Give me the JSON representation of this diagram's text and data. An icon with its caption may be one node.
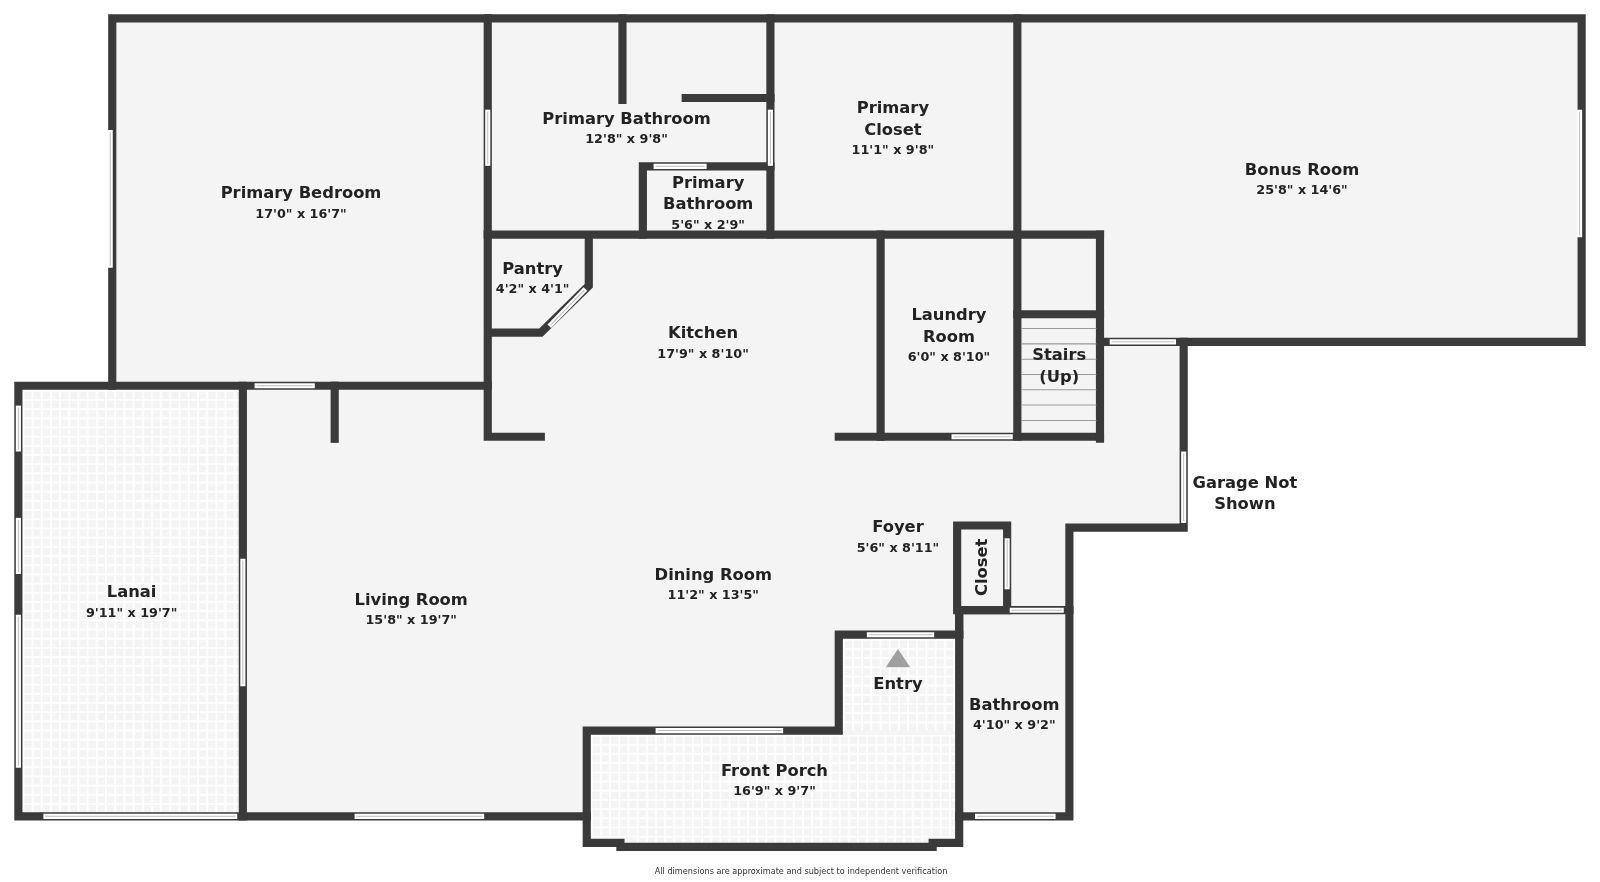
{
  "diagram": {
    "nodes": [
      {
        "text": [
          "Primary Bedroom",
          "17'0\" x 16'7\""
        ]
      },
      {
        "text": [
          "Primary Bathroom",
          "12'8\" x 9'8\""
        ]
      },
      {
        "text": [
          "Primary Bathroom",
          "5'6\" x 2'9\""
        ]
      },
      {
        "text": [
          "Primary Closet",
          "11'1\" x 9'8\""
        ]
      },
      {
        "text": [
          "Bonus Room",
          "25'8\" x 14'6\""
        ]
      },
      {
        "text": [
          "Pantry",
          "4'2\" x 4'1\""
        ]
      },
      {
        "text": [
          "Kitchen",
          "17'9\" x 8'10\""
        ]
      },
      {
        "text": [
          "Laundry Room",
          "6'0\" x 8'10\""
        ]
      },
      {
        "text": [
          "Stairs (Up)"
        ]
      },
      {
        "text": [
          "Lanai",
          "9'11\" x 19'7\""
        ]
      },
      {
        "text": [
          "Living Room",
          "15'8\" x 19'7\""
        ]
      },
      {
        "text": [
          "Dining Room",
          "11'2\" x 13'5\""
        ]
      },
      {
        "text": [
          "Foyer",
          "5'6\" x 8'11\""
        ]
      },
      {
        "text": [
          "Closet"
        ]
      },
      {
        "text": [
          "Entry"
        ]
      },
      {
        "text": [
          "Bathroom",
          "4'10\" x 9'2\""
        ]
      },
      {
        "text": [
          "Front Porch",
          "16'9\" x 9'7\""
        ]
      }
    ],
    "labels": [
      "Garage Not Shown",
      "All dimensions are approximate and subject to independent verification"
    ]
  }
}
